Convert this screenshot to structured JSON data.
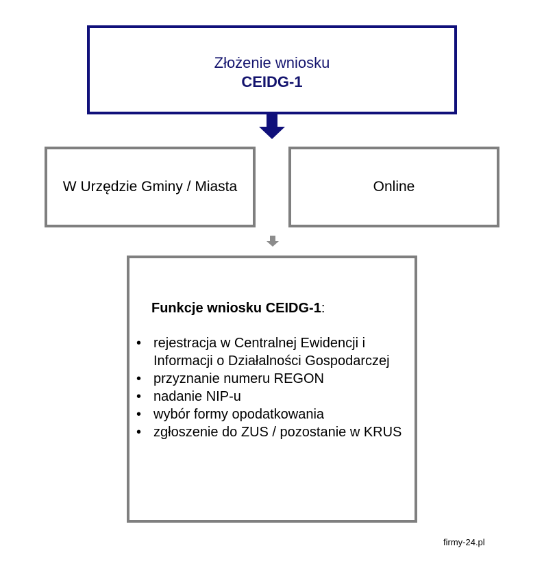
{
  "top_box": {
    "line1": "Złożenie wniosku",
    "line2": "CEIDG-1"
  },
  "left_box": {
    "label": "W Urzędzie Gminy / Miasta"
  },
  "right_box": {
    "label": "Online"
  },
  "bottom_box": {
    "title_bold": "Funkcje wniosku CEIDG-1",
    "title_suffix": ":",
    "items": [
      "rejestracja w Centralnej Ewidencji i Informacji o Działalności Gospodarczej",
      "przyznanie numeru REGON",
      "nadanie NIP-u",
      "wybór formy opodatkowania",
      "zgłoszenie do ZUS / pozostanie w KRUS"
    ]
  },
  "watermark": "firmy-24.pl",
  "colors": {
    "top_border": "#10107a",
    "box_border": "#7f7f7f",
    "main_arrow": "#10107a",
    "small_arrow": "#8c8c8c"
  }
}
